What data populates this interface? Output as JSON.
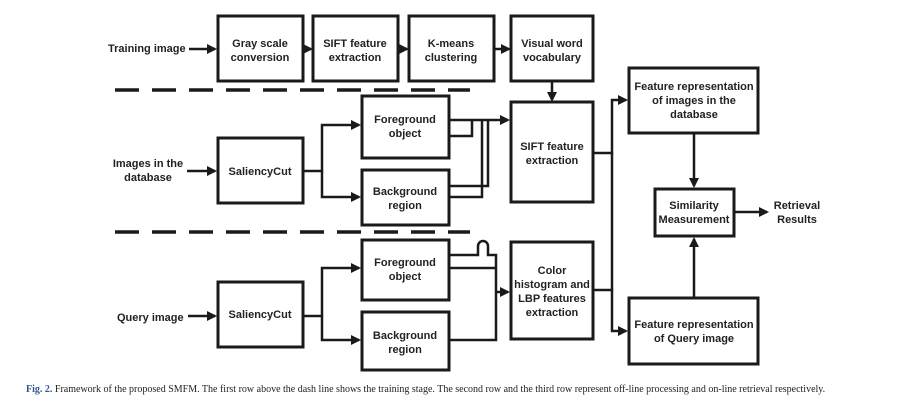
{
  "inputs": {
    "training": "Training image",
    "database": [
      "Images in the",
      "database"
    ],
    "query": "Query image"
  },
  "boxes": {
    "gray": [
      "Gray scale",
      "conversion"
    ],
    "sift1": [
      "SIFT feature",
      "extraction"
    ],
    "kmeans": [
      "K-means",
      "clustering"
    ],
    "vocab": [
      "Visual word",
      "vocabulary"
    ],
    "saliency_db": [
      "SaliencyCut"
    ],
    "saliency_q": [
      "SaliencyCut"
    ],
    "fg_db": [
      "Foreground",
      "object"
    ],
    "bg_db": [
      "Background",
      "region"
    ],
    "fg_q": [
      "Foreground",
      "object"
    ],
    "bg_q": [
      "Background",
      "region"
    ],
    "sift2": [
      "SIFT feature",
      "extraction"
    ],
    "color": [
      "Color",
      "histogram and",
      "LBP features",
      "extraction"
    ],
    "feat_db": [
      "Feature representation",
      "of images in the",
      "database"
    ],
    "similarity": [
      "Similarity",
      "Measurement"
    ],
    "feat_q": [
      "Feature representation",
      "of Query image"
    ]
  },
  "output": [
    "Retrieval",
    "Results"
  ],
  "caption": {
    "fig": "Fig. 2.",
    "text": "Framework of the proposed SMFM. The first row above the dash line shows the training stage. The second row and the third row represent off-line processing and on-line retrieval respectively."
  }
}
